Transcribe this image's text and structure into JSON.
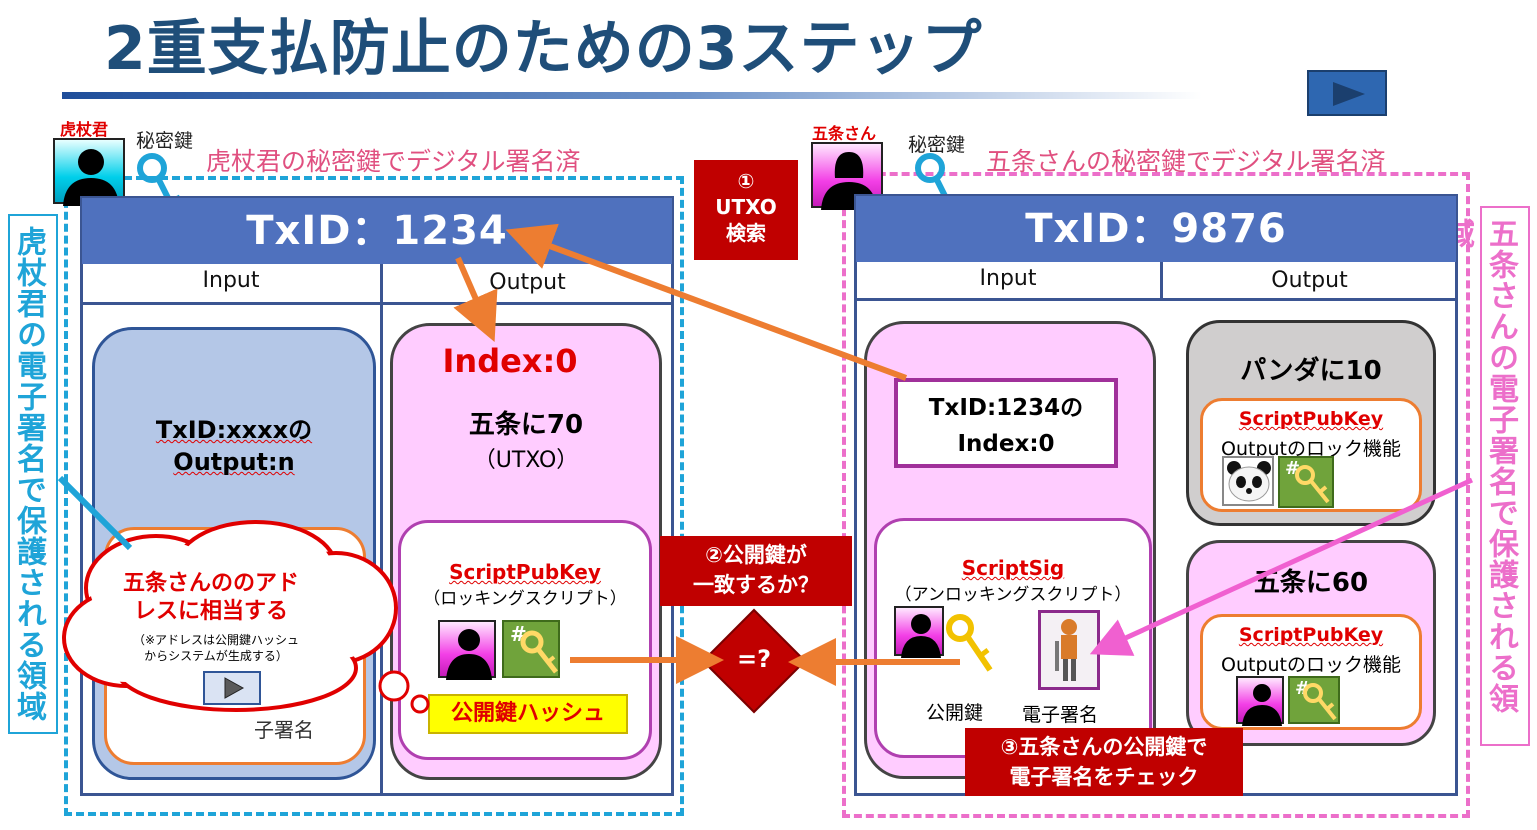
{
  "title": "2重支払防止のための3ステップ",
  "colors": {
    "tx_header": "#4f71be",
    "tx_border": "#3b5592",
    "blue_region": "#1fa4d8",
    "pink_region": "#ec6fca",
    "step_box": "#c00000",
    "title": "#1f4e79"
  },
  "left": {
    "person": "虎杖君",
    "key_label": "秘密鍵",
    "sig_note": "虎杖君の秘密鍵でデジタル署名済",
    "side_label": "虎杖君の電子署名で保護される領域",
    "txid": "TxID：1234",
    "input_header": "Input",
    "output_header": "Output",
    "input_ref_line1": "TxID:xxxxの",
    "input_ref_line2": "Output:n",
    "input_hidden_text": "子署名",
    "output_index": "Index:0",
    "output_amount": "五条に70",
    "output_utxo": "（UTXO）",
    "script_title": "ScriptPubKey",
    "script_sub": "（ロッキングスクリプト）",
    "hash_label": "公開鍵ハッシュ"
  },
  "right": {
    "person": "五条さん",
    "key_label": "秘密鍵",
    "sig_note": "五条さんの秘密鍵でデジタル署名済",
    "side_label": "五条さんの電子署名で保護される領域",
    "txid": "TxID：9876",
    "input_header": "Input",
    "output_header": "Output",
    "input_ref_line1": "TxID:1234の",
    "input_ref_line2": "Index:0",
    "scriptsig_title": "ScriptSig",
    "scriptsig_sub": "（アンロッキングスクリプト）",
    "pubkey_label": "公開鍵",
    "signature_label": "電子署名",
    "output1_title": "パンダに10",
    "output1_script": "ScriptPubKey",
    "output1_desc": "Outputのロック機能",
    "output2_title": "五条に60",
    "output2_script": "ScriptPubKey",
    "output2_desc": "Outputのロック機能"
  },
  "steps": {
    "step1_num": "①",
    "step1_l1": "UTXO",
    "step1_l2": "検索",
    "step2_l1": "②公開鍵が",
    "step2_l2": "一致するか？",
    "step3_l1": "③五条さんの公開鍵で",
    "step3_l2": "電子署名をチェック",
    "compare": "=?"
  },
  "bubble": {
    "line1": "五条さんののアド",
    "line2": "レスに相当する",
    "note1": "（※アドレスは公開鍵ハッシュ",
    "note2": "からシステムが生成する）"
  },
  "hash_symbol": "#",
  "icons": [
    "next-slide-icon",
    "person-silhouette-icon",
    "key-icon",
    "hash-icon",
    "panda-icon",
    "robot-signature-icon",
    "play-icon"
  ]
}
